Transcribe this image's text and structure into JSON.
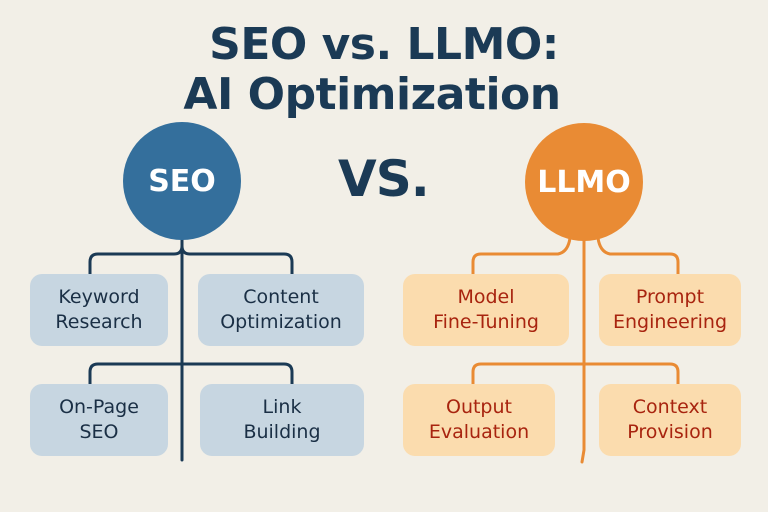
{
  "title": {
    "line1": "SEO vs. LLMO:",
    "line2": "AI Optimization"
  },
  "vs_label": "VS.",
  "colors": {
    "background": "#f2efe7",
    "title": "#1b3a55",
    "seo_circle": "#346f9c",
    "seo_box": "#c7d6e1",
    "seo_text": "#1a2f45",
    "seo_line": "#1b3a55",
    "llmo_circle": "#e98b34",
    "llmo_box": "#fbdcae",
    "llmo_text": "#a8240f",
    "llmo_line": "#e98b34"
  },
  "seo": {
    "label": "SEO",
    "items": [
      {
        "label": "Keyword\nResearch"
      },
      {
        "label": "Content\nOptimization"
      },
      {
        "label": "On-Page\nSEO"
      },
      {
        "label": "Link\nBuilding"
      }
    ]
  },
  "llmo": {
    "label": "LLMO",
    "items": [
      {
        "label": "Model\nFine-Tuning"
      },
      {
        "label": "Prompt\nEngineering"
      },
      {
        "label": "Output\nEvaluation"
      },
      {
        "label": "Context\nProvision"
      }
    ]
  }
}
